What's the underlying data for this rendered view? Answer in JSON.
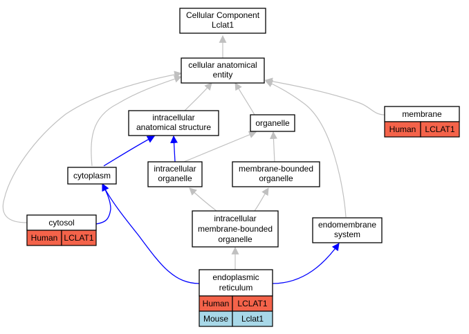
{
  "nodes": {
    "root": {
      "lines": [
        "Cellular Component",
        "Lclat1"
      ]
    },
    "cae": {
      "lines": [
        "cellular anatomical",
        "entity"
      ]
    },
    "ias": {
      "lines": [
        "intracellular",
        "anatomical structure"
      ]
    },
    "organelle": {
      "lines": [
        "organelle"
      ]
    },
    "membrane": {
      "lines": [
        "membrane"
      ]
    },
    "cytoplasm": {
      "lines": [
        "cytoplasm"
      ]
    },
    "io": {
      "lines": [
        "intracellular",
        "organelle"
      ]
    },
    "mbo": {
      "lines": [
        "membrane-bounded",
        "organelle"
      ]
    },
    "imbo": {
      "lines": [
        "intracellular",
        "membrane-bounded",
        "organelle"
      ]
    },
    "cytosol": {
      "lines": [
        "cytosol"
      ]
    },
    "ems": {
      "lines": [
        "endomembrane",
        "system"
      ]
    },
    "er": {
      "lines": [
        "endoplasmic",
        "reticulum"
      ]
    }
  },
  "annotations": {
    "membrane": [
      {
        "species": "Human",
        "gene": "LCLAT1"
      }
    ],
    "cytosol": [
      {
        "species": "Human",
        "gene": "LCLAT1"
      }
    ],
    "er": [
      {
        "species": "Human",
        "gene": "LCLAT1"
      },
      {
        "species": "Mouse",
        "gene": "Lclat1"
      }
    ]
  },
  "colors": {
    "human_row": "#f4634a",
    "mouse_row": "#a8d8e8",
    "edge_is_a": "#c0c0c0",
    "edge_part_of": "#0000ff",
    "node_border": "#000000"
  }
}
